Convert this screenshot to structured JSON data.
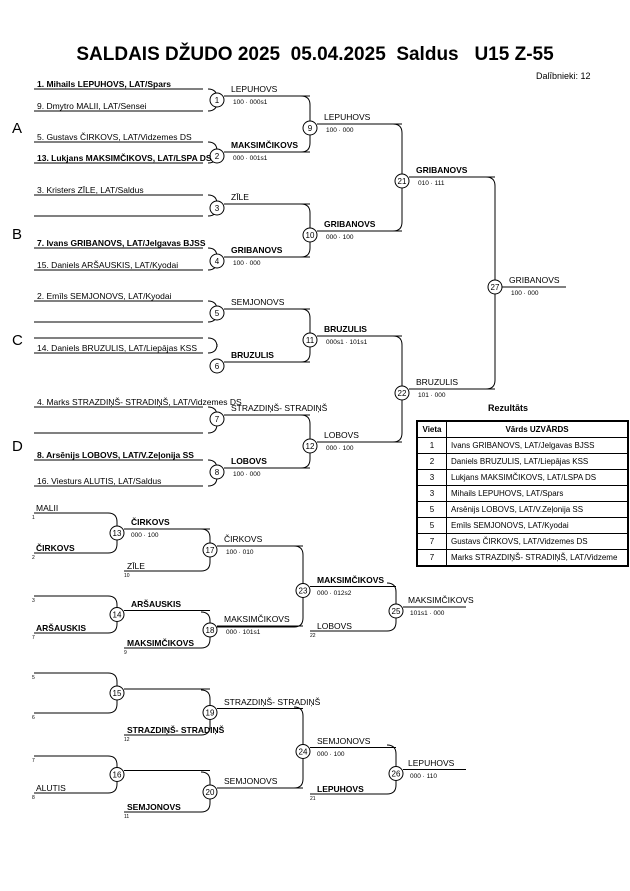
{
  "header": {
    "title": "SALDAIS DŽUDO 2025  05.04.2025  Saldus   U15 Z-55",
    "participants": "Dalībnieki: 12"
  },
  "groups": [
    "A",
    "B",
    "C",
    "D"
  ],
  "entries": [
    {
      "name": "1. Mihails LEPUHOVS, LAT/Spars",
      "bold": true
    },
    {
      "name": "9. Dmytro MALII, LAT/Sensei",
      "bold": false
    },
    {
      "name": "5. Gustavs ČIRKOVS, LAT/Vidzemes DS",
      "bold": false
    },
    {
      "name": "13. Lukjans MAKSIMČIKOVS, LAT/LSPA DS",
      "bold": true
    },
    {
      "name": "3. Kristers ZĪLE, LAT/Saldus",
      "bold": false
    },
    {
      "name": "7. Ivans GRIBANOVS, LAT/Jelgavas BJSS",
      "bold": true
    },
    {
      "name": "15. Daniels ARŠAUSKIS, LAT/Kyodai",
      "bold": false
    },
    {
      "name": "2. Emīls SEMJONOVS, LAT/Kyodai",
      "bold": false
    },
    {
      "name": "14. Daniels BRUZULIS, LAT/Liepājas KSS",
      "bold": false
    },
    {
      "name": "4. Marks STRAZDIŅŠ- STRADIŅŠ, LAT/Vidzemes DS",
      "bold": false
    },
    {
      "name": "8. Arsēnijs LOBOVS, LAT/V.Zeļonija SS",
      "bold": true
    },
    {
      "name": "16. Viesturs ALUTIS, LAT/Saldus",
      "bold": false
    }
  ],
  "matches": [
    {
      "n": "1",
      "winner": "LEPUHOVS",
      "score": "100 · 000s1"
    },
    {
      "n": "2",
      "winner": "MAKSIMČIKOVS",
      "score": "000 · 001s1"
    },
    {
      "n": "3",
      "winner": "ZĪLE",
      "score": ""
    },
    {
      "n": "4",
      "winner": "GRIBANOVS",
      "score": "100 · 000"
    },
    {
      "n": "5",
      "winner": "SEMJONOVS",
      "score": ""
    },
    {
      "n": "6",
      "winner": "BRUZULIS",
      "score": ""
    },
    {
      "n": "7",
      "winner": "STRAZDIŅŠ- STRADIŅŠ",
      "score": ""
    },
    {
      "n": "8",
      "winner": "LOBOVS",
      "score": "100 · 000"
    },
    {
      "n": "9",
      "winner": "LEPUHOVS",
      "score": "100 · 000"
    },
    {
      "n": "10",
      "winner": "GRIBANOVS",
      "score": "000 · 100"
    },
    {
      "n": "11",
      "winner": "BRUZULIS",
      "score": "000s1 · 101s1"
    },
    {
      "n": "12",
      "winner": "LOBOVS",
      "score": "000 · 100"
    },
    {
      "n": "21",
      "winner": "GRIBANOVS",
      "score": "010 · 111"
    },
    {
      "n": "22",
      "winner": "BRUZULIS",
      "score": "101 · 000"
    },
    {
      "n": "27",
      "winner": "GRIBANOVS",
      "score": "100 · 000"
    }
  ],
  "repechage": {
    "left": [
      {
        "n": "13",
        "top": "MALII",
        "top_seed": "1",
        "bottom": "ČIRKOVS",
        "bottom_seed": "2",
        "winner": "ČIRKOVS",
        "score": "000 · 100"
      },
      {
        "n": "14",
        "top": "",
        "top_seed": "3",
        "bottom": "ARŠAUSKIS",
        "bottom_seed": "7",
        "winner": "ARŠAUSKIS",
        "score": ""
      },
      {
        "n": "15",
        "top": "",
        "top_seed": "5",
        "bottom": "",
        "bottom_seed": "6",
        "winner": "",
        "score": ""
      },
      {
        "n": "16",
        "top": "",
        "top_seed": "7",
        "bottom": "ALUTIS",
        "bottom_seed": "8",
        "winner": "",
        "score": ""
      }
    ],
    "second": [
      {
        "n": "17",
        "top": "ČIRKOVS",
        "bottom": "ZĪLE",
        "bottom_seed": "10",
        "winner": "ČIRKOVS",
        "score": "100 · 010"
      },
      {
        "n": "18",
        "top": "ARŠAUSKIS",
        "bottom": "MAKSIMČIKOVS",
        "bottom_seed": "9",
        "winner": "MAKSIMČIKOVS",
        "score": "000 · 101s1"
      },
      {
        "n": "19",
        "top": "",
        "bottom": "STRAZDIŅŠ- STRADIŅŠ",
        "bottom_seed": "12",
        "winner": "STRAZDIŅŠ- STRADIŅŠ",
        "score": ""
      },
      {
        "n": "20",
        "top": "ALUTIS",
        "bottom": "SEMJONOVS",
        "bottom_seed": "11",
        "winner": "SEMJONOVS",
        "score": ""
      }
    ],
    "third": [
      {
        "n": "23",
        "top": "ČIRKOVS",
        "bottom": "MAKSIMČIKOVS",
        "winner": "MAKSIMČIKOVS",
        "score": "000 · 012s2"
      },
      {
        "n": "24",
        "top": "STRAZDIŅŠ- STRADIŅŠ",
        "bottom": "SEMJONOVS",
        "winner": "SEMJONOVS",
        "score": "000 · 100"
      }
    ],
    "final": [
      {
        "n": "25",
        "top": "MAKSIMČIKOVS",
        "bottom": "LOBOVS",
        "bottom_seed": "22",
        "winner": "MAKSIMČIKOVS",
        "score": "101s1 · 000"
      },
      {
        "n": "26",
        "top": "SEMJONOVS",
        "bottom": "LEPUHOVS",
        "bottom_seed": "21",
        "winner": "LEPUHOVS",
        "score": "000 · 110"
      }
    ]
  },
  "results": {
    "title": "Rezultāts",
    "col_place": "Vieta",
    "col_name": "Vārds UZVĀRDS",
    "rows": [
      {
        "place": "1",
        "name": "Ivans GRIBANOVS, LAT/Jelgavas BJSS"
      },
      {
        "place": "2",
        "name": "Daniels BRUZULIS, LAT/Liepājas KSS"
      },
      {
        "place": "3",
        "name": "Lukjans MAKSIMČIKOVS, LAT/LSPA DS"
      },
      {
        "place": "3",
        "name": "Mihails LEPUHOVS, LAT/Spars"
      },
      {
        "place": "5",
        "name": "Arsēnijs LOBOVS, LAT/V.Zeļonija SS"
      },
      {
        "place": "5",
        "name": "Emīls SEMJONOVS, LAT/Kyodai"
      },
      {
        "place": "7",
        "name": "Gustavs ČIRKOVS, LAT/Vidzemes DS"
      },
      {
        "place": "7",
        "name": "Marks STRAZDIŅŠ- STRADIŅŠ, LAT/Vidzeme"
      }
    ]
  }
}
